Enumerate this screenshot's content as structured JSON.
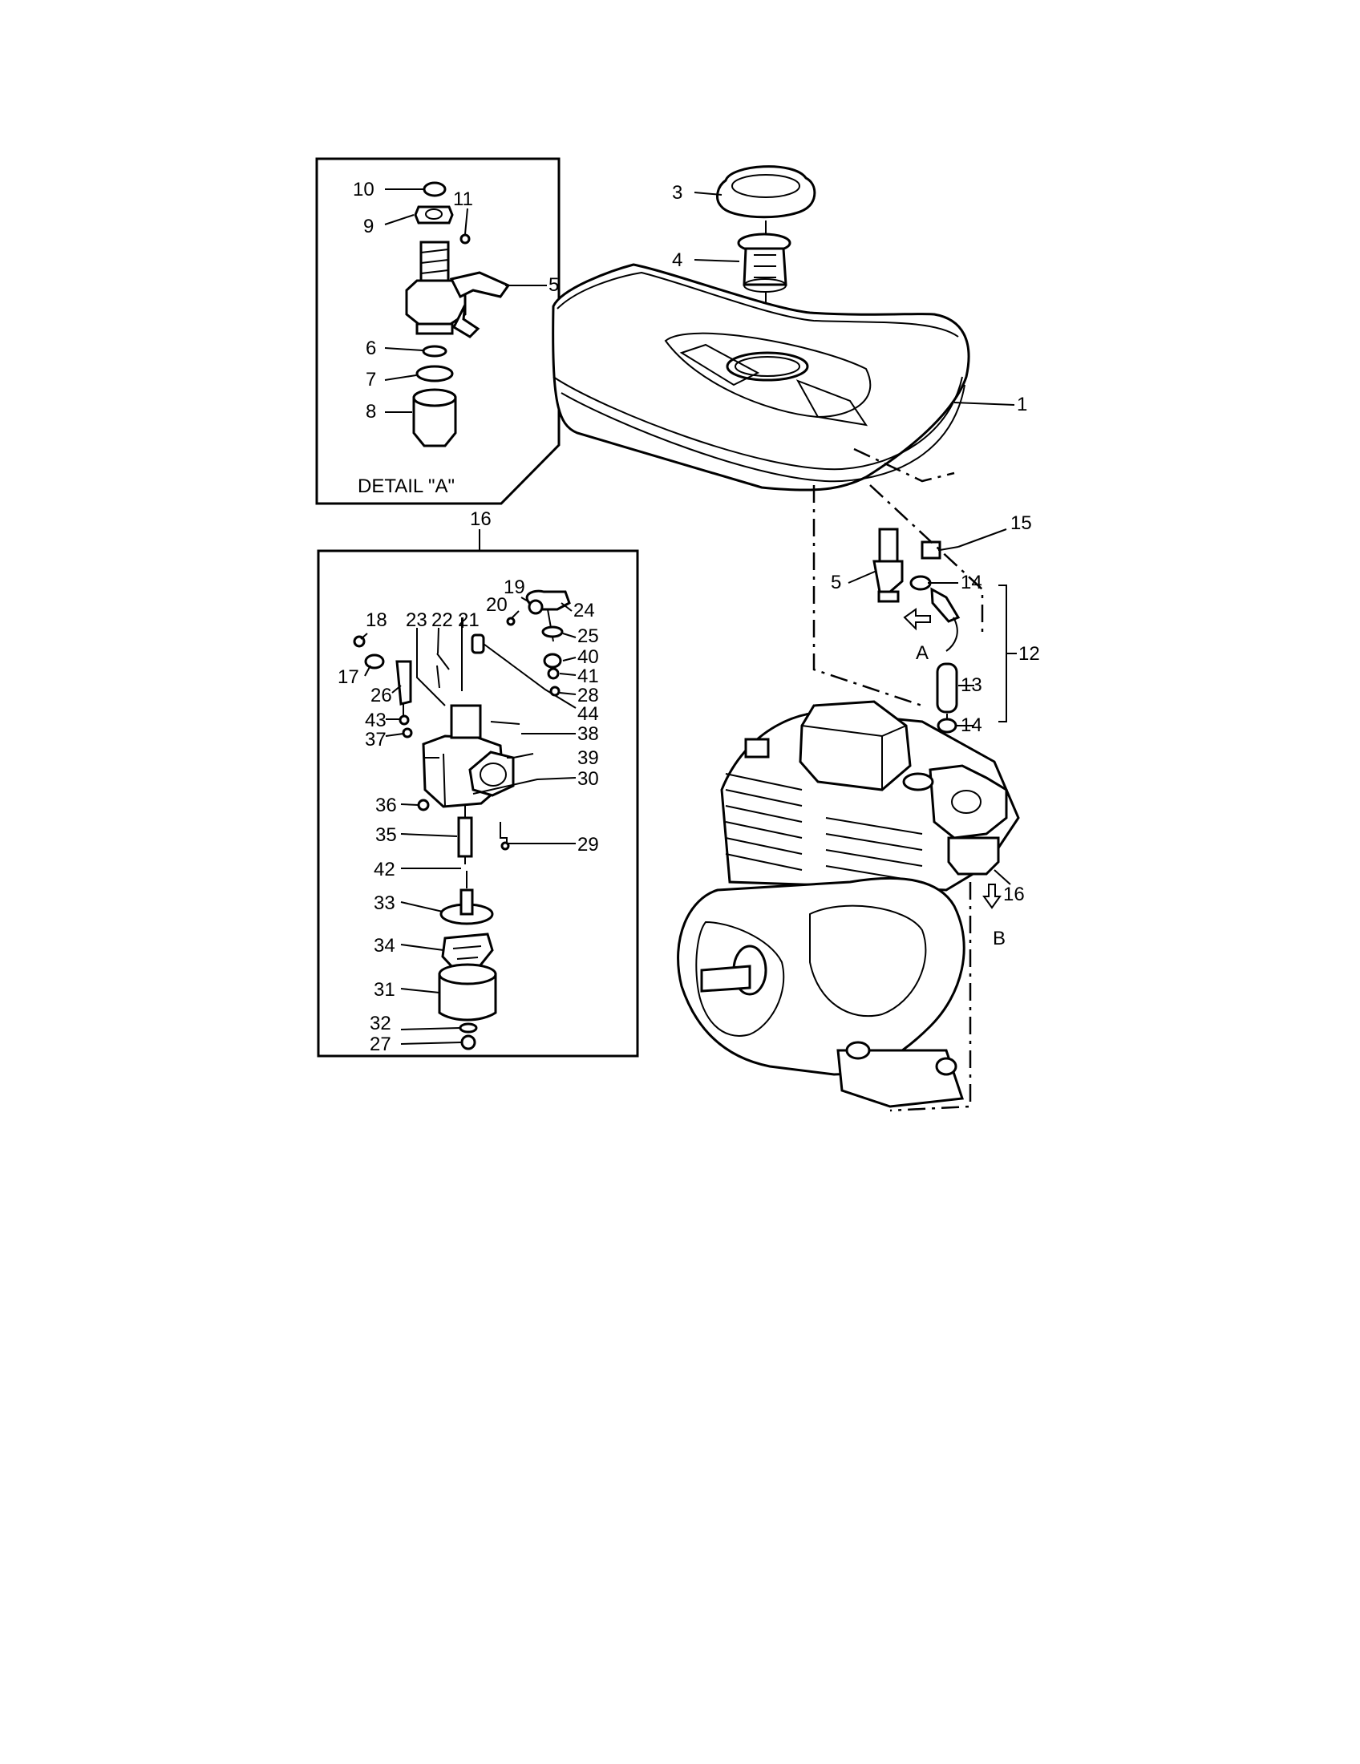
{
  "detail_label": "DETAIL \"A\"",
  "arrow_a": "A",
  "arrow_b": "B",
  "callouts": {
    "c1": "1",
    "c3": "3",
    "c4": "4",
    "c5a": "5",
    "c5b": "5",
    "c6": "6",
    "c7": "7",
    "c8": "8",
    "c9": "9",
    "c10": "10",
    "c11": "11",
    "c12": "12",
    "c13": "13",
    "c14a": "14",
    "c14b": "14",
    "c15": "15",
    "c16a": "16",
    "c16b": "16",
    "c17": "17",
    "c18": "18",
    "c19": "19",
    "c20": "20",
    "c21": "21",
    "c22": "22",
    "c23": "23",
    "c24": "24",
    "c25": "25",
    "c26": "26",
    "c27": "27",
    "c28": "28",
    "c29": "29",
    "c30": "30",
    "c31": "31",
    "c32": "32",
    "c33": "33",
    "c34": "34",
    "c35": "35",
    "c36": "36",
    "c37": "37",
    "c38": "38",
    "c39": "39",
    "c40": "40",
    "c41": "41",
    "c42": "42",
    "c43": "43",
    "c44": "44"
  }
}
